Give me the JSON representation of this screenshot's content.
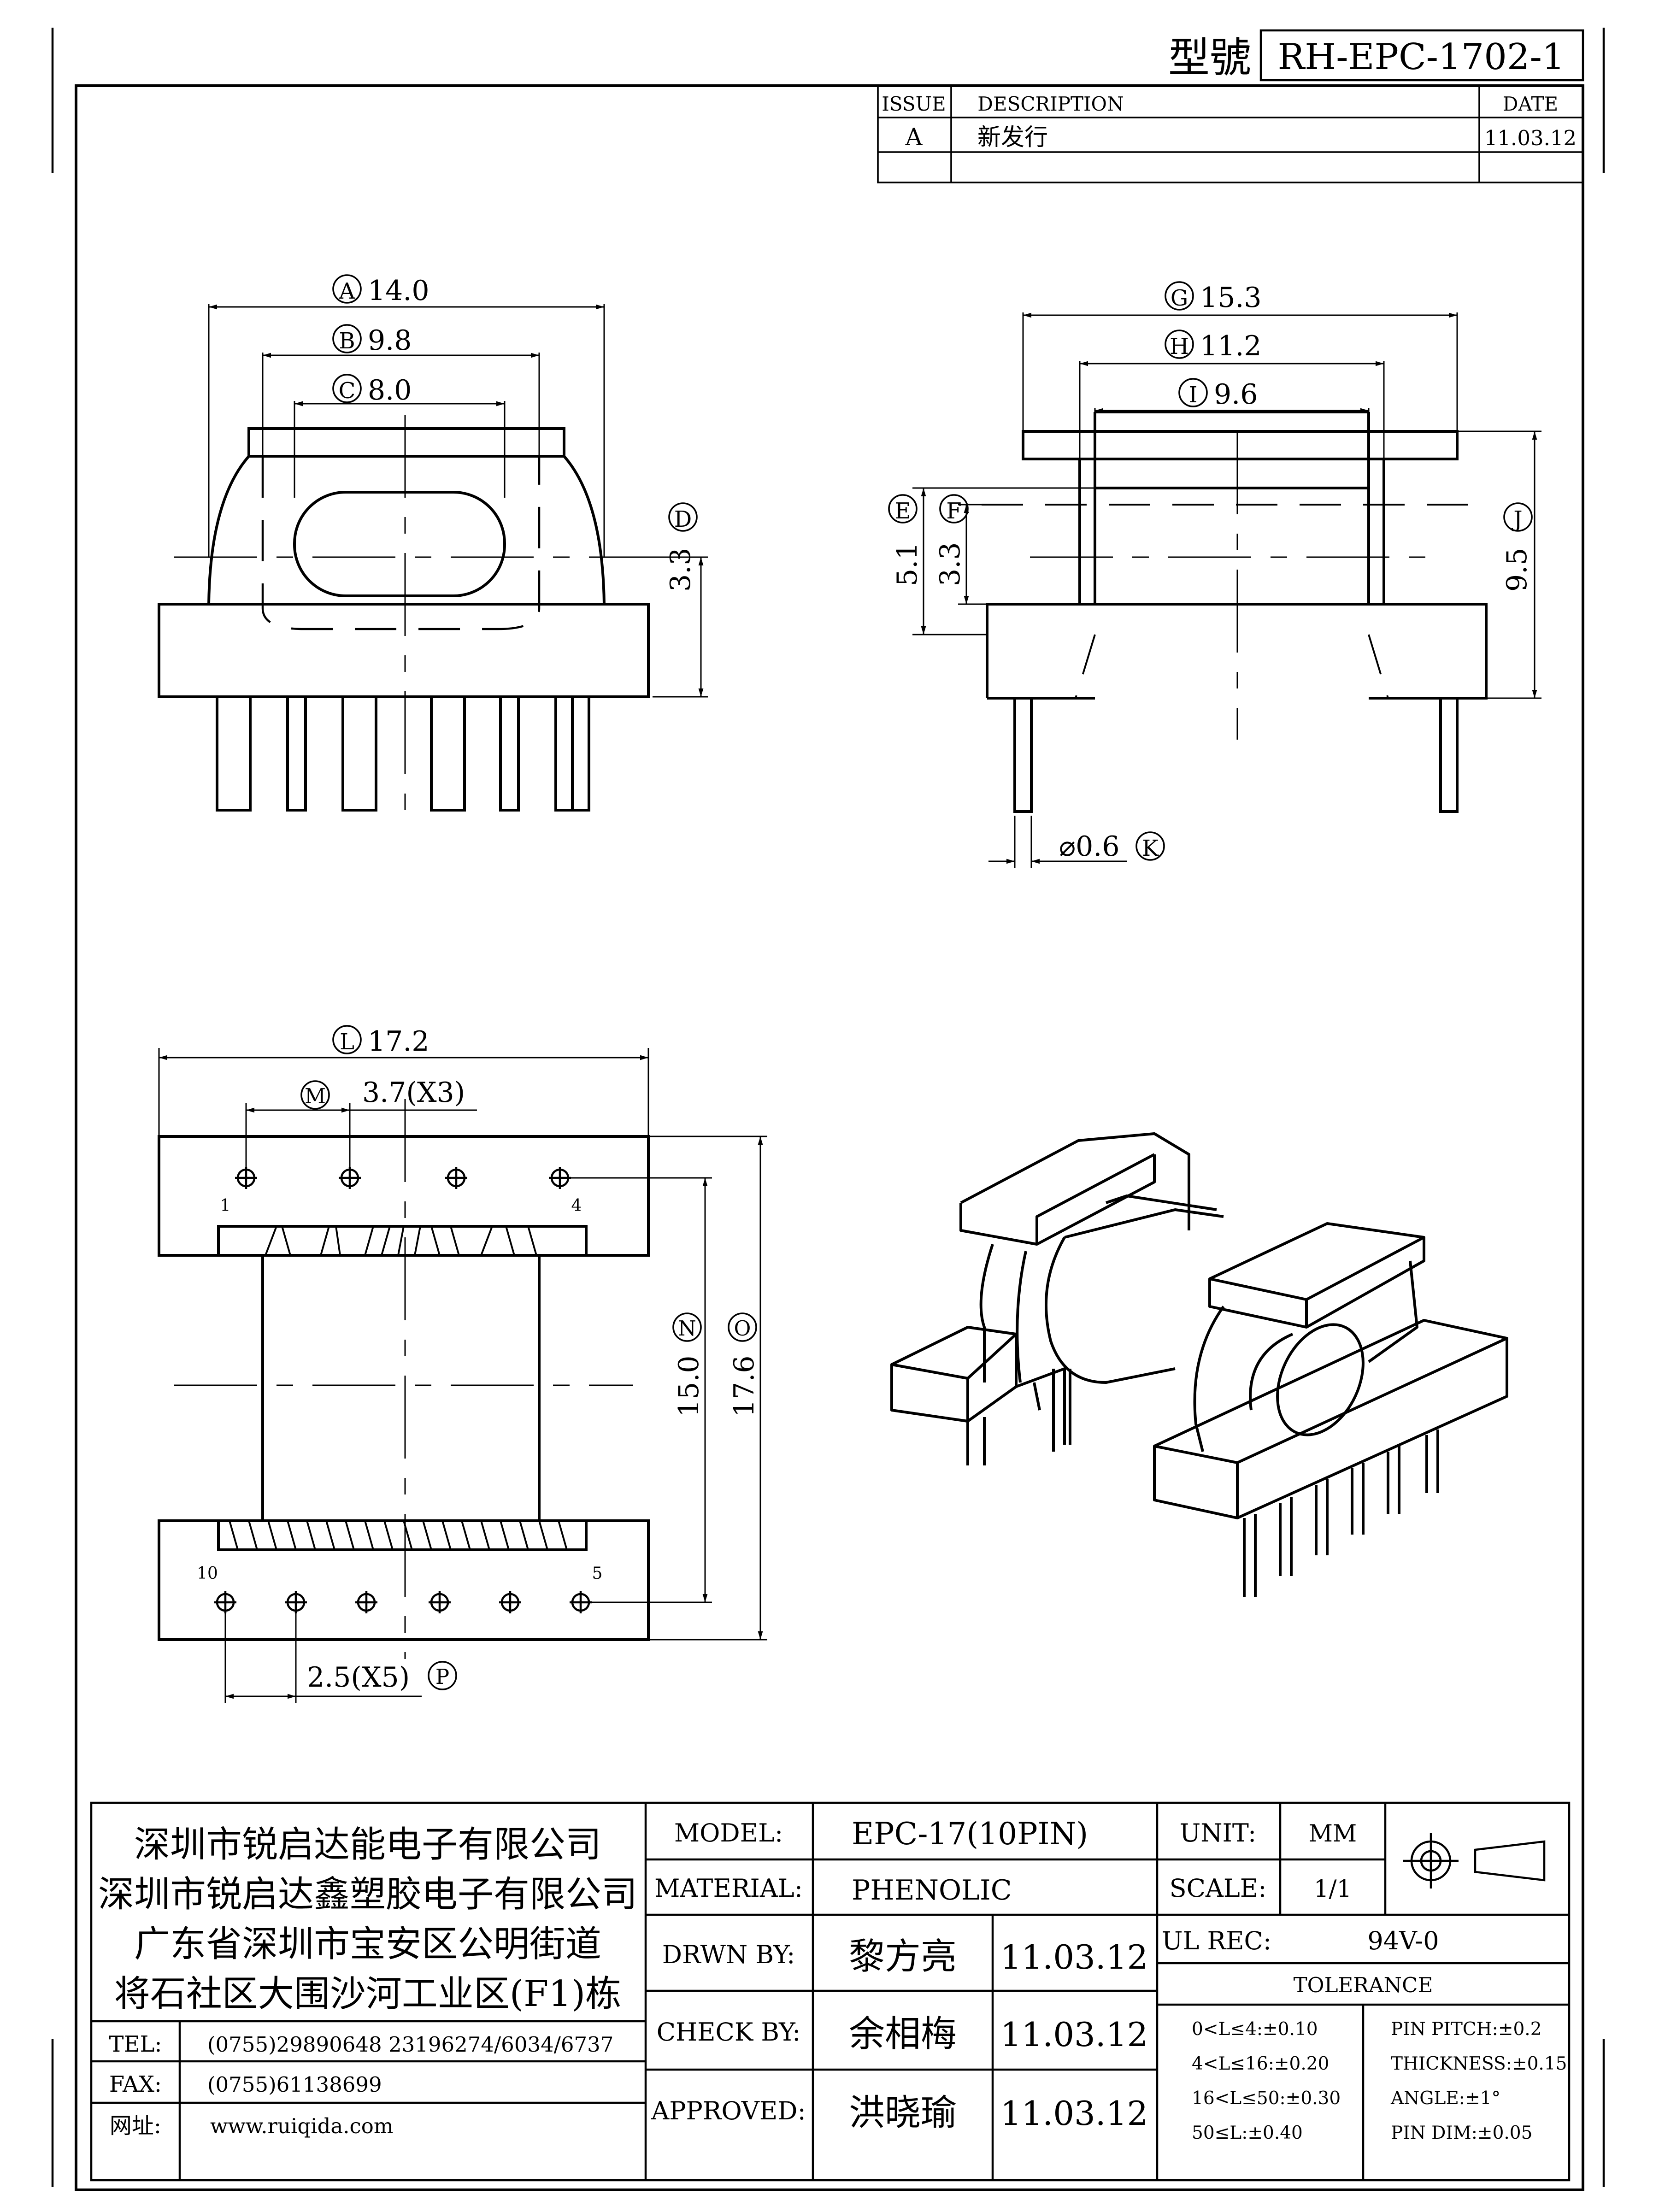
{
  "header": {
    "model_label": "型號",
    "model_no": "RH-EPC-1702-1"
  },
  "revision": {
    "columns": [
      "ISSUE",
      "DESCRIPTION",
      "DATE"
    ],
    "rows": [
      {
        "issue": "A",
        "description": "新发行",
        "date": "11.03.12"
      }
    ]
  },
  "dims": {
    "A": "14.0",
    "B": "9.8",
    "C": "8.0",
    "D": "3.3",
    "G": "15.3",
    "H": "11.2",
    "I": "9.6",
    "E": "5.1",
    "F": "3.3",
    "J": "9.5",
    "K": "⌀0.6",
    "L": "17.2",
    "M": "3.7(X3)",
    "N": "15.0",
    "O": "17.6",
    "P": "2.5(X5)"
  },
  "pin_labels": {
    "top_left": "1",
    "top_right": "4",
    "bottom_left": "10",
    "bottom_right": "5"
  },
  "company": {
    "lines": [
      "深圳市锐启达能电子有限公司",
      "深圳市锐启达鑫塑胶电子有限公司",
      "广东省深圳市宝安区公明街道",
      "将石社区大围沙河工业区(F1)栋"
    ],
    "tel_label": "TEL:",
    "tel": "(0755)29890648  23196274/6034/6737",
    "fax_label": "FAX:",
    "fax": "(0755)61138699",
    "web_label": "网址:",
    "web": "www.ruiqida.com"
  },
  "title_block": {
    "model_label": "MODEL:",
    "model": "EPC-17(10PIN)",
    "material_label": "MATERIAL:",
    "material": "PHENOLIC",
    "drawn_label": "DRWN BY:",
    "drawn_name": "黎方亮",
    "drawn_date": "11.03.12",
    "check_label": "CHECK BY:",
    "check_name": "余相梅",
    "check_date": "11.03.12",
    "approved_label": "APPROVED:",
    "approved_name": "洪晓瑜",
    "approved_date": "11.03.12",
    "unit_label": "UNIT:",
    "unit": "MM",
    "scale_label": "SCALE:",
    "scale": "1/1",
    "ul_label": "UL REC:",
    "ul": "94V-0",
    "tolerance_label": "TOLERANCE",
    "tolerances_left": [
      "0<L≤4:±0.10",
      "4<L≤16:±0.20",
      "16<L≤50:±0.30",
      "50≤L:±0.40"
    ],
    "tolerances_right": [
      "PIN PITCH:±0.2",
      "THICKNESS:±0.15",
      "ANGLE:±1°",
      "PIN DIM:±0.05"
    ]
  }
}
